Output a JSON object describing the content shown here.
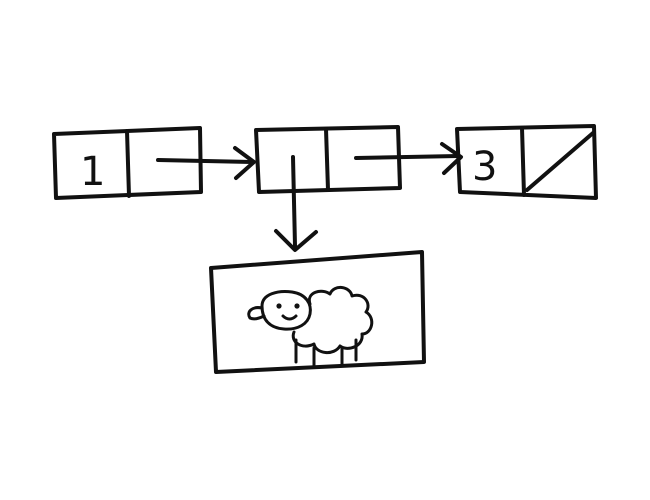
{
  "diagram": {
    "ink_color": "#111111",
    "background": "#ffffff",
    "nodes": [
      {
        "id": "node-1",
        "value": "1",
        "next": "node-2"
      },
      {
        "id": "node-2",
        "value": "",
        "value_kind": "pointer-to-image",
        "next": "node-3"
      },
      {
        "id": "node-3",
        "value": "3",
        "next": null,
        "terminator": "null-slash"
      }
    ],
    "image_box": {
      "subject": "sheep-icon"
    }
  }
}
